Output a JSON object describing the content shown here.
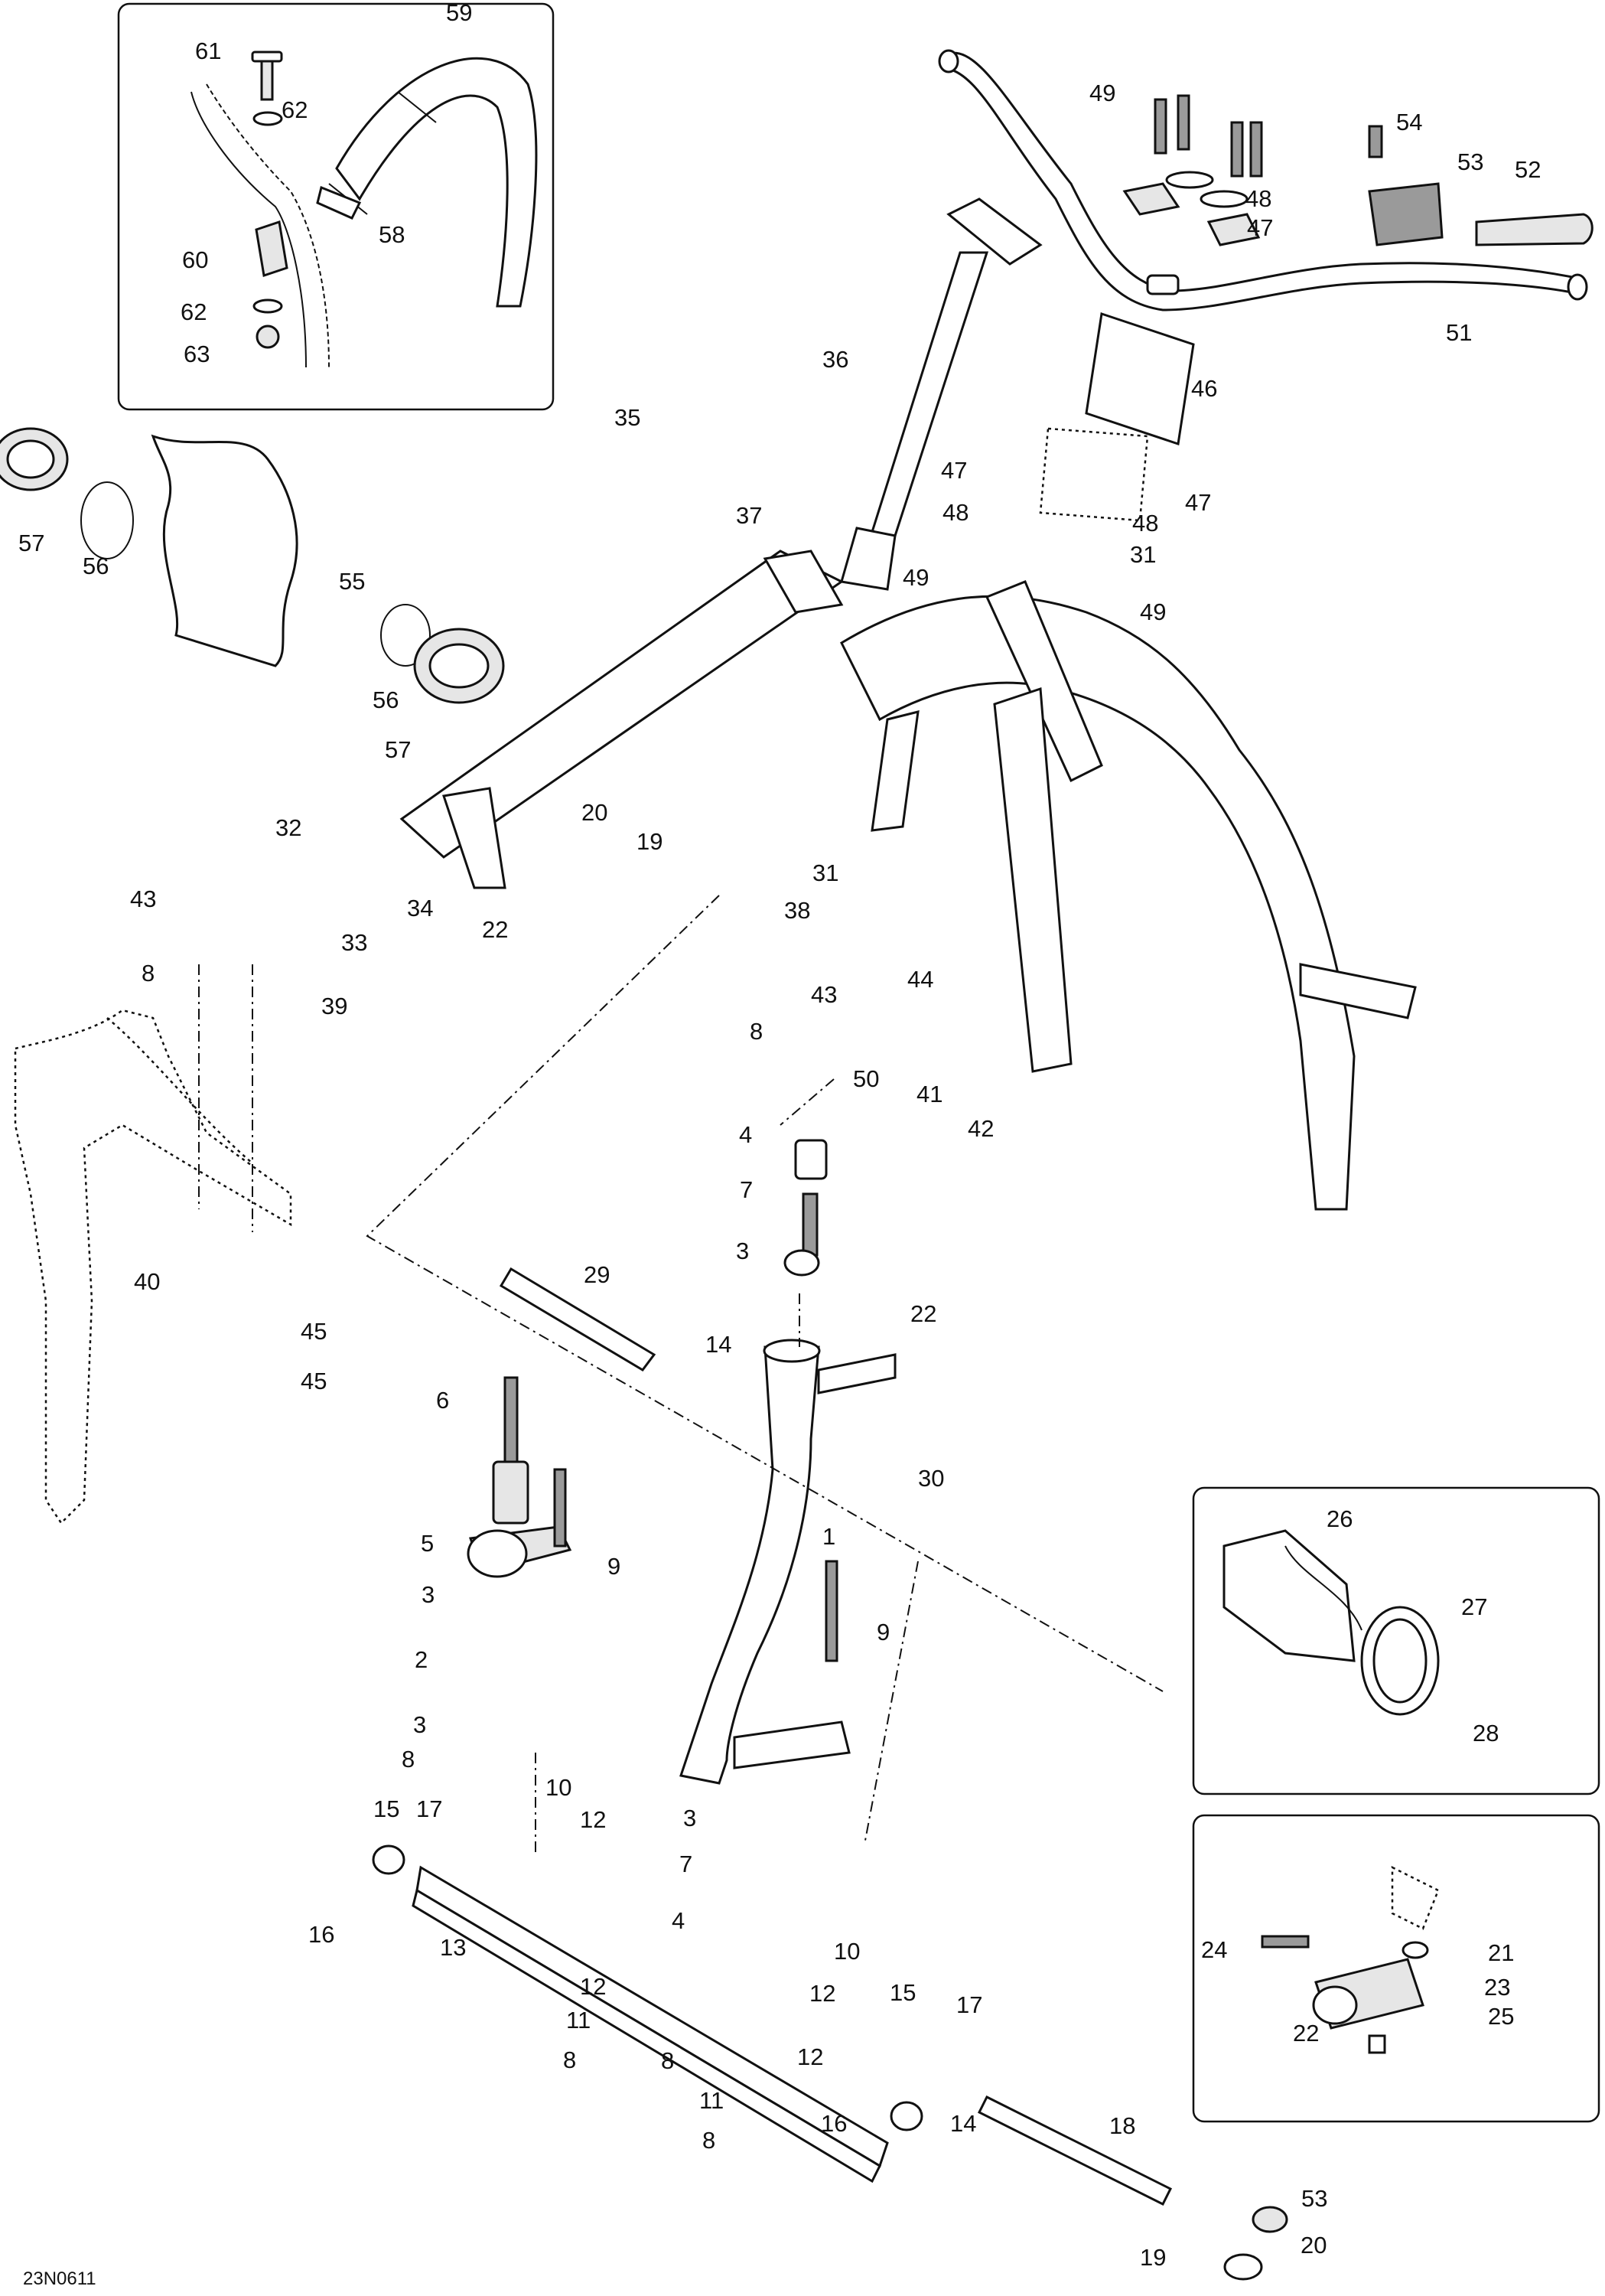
{
  "figure_ref": "23N0611",
  "callouts": [
    {
      "n": "61"
    },
    {
      "n": "59"
    },
    {
      "n": "62"
    },
    {
      "n": "58"
    },
    {
      "n": "60"
    },
    {
      "n": "62"
    },
    {
      "n": "63"
    },
    {
      "n": "49"
    },
    {
      "n": "54"
    },
    {
      "n": "53"
    },
    {
      "n": "52"
    },
    {
      "n": "48"
    },
    {
      "n": "47"
    },
    {
      "n": "51"
    },
    {
      "n": "36"
    },
    {
      "n": "46"
    },
    {
      "n": "35"
    },
    {
      "n": "57"
    },
    {
      "n": "56"
    },
    {
      "n": "55"
    },
    {
      "n": "47"
    },
    {
      "n": "47"
    },
    {
      "n": "48"
    },
    {
      "n": "48"
    },
    {
      "n": "37"
    },
    {
      "n": "31"
    },
    {
      "n": "49"
    },
    {
      "n": "49"
    },
    {
      "n": "56"
    },
    {
      "n": "57"
    },
    {
      "n": "20"
    },
    {
      "n": "32"
    },
    {
      "n": "19"
    },
    {
      "n": "43"
    },
    {
      "n": "33"
    },
    {
      "n": "34"
    },
    {
      "n": "22"
    },
    {
      "n": "8"
    },
    {
      "n": "39"
    },
    {
      "n": "31"
    },
    {
      "n": "38"
    },
    {
      "n": "44"
    },
    {
      "n": "43"
    },
    {
      "n": "8"
    },
    {
      "n": "50"
    },
    {
      "n": "41"
    },
    {
      "n": "4"
    },
    {
      "n": "42"
    },
    {
      "n": "7"
    },
    {
      "n": "3"
    },
    {
      "n": "40"
    },
    {
      "n": "29"
    },
    {
      "n": "45"
    },
    {
      "n": "45"
    },
    {
      "n": "22"
    },
    {
      "n": "14"
    },
    {
      "n": "6"
    },
    {
      "n": "30"
    },
    {
      "n": "1"
    },
    {
      "n": "5"
    },
    {
      "n": "9"
    },
    {
      "n": "3"
    },
    {
      "n": "9"
    },
    {
      "n": "2"
    },
    {
      "n": "26"
    },
    {
      "n": "27"
    },
    {
      "n": "3"
    },
    {
      "n": "8"
    },
    {
      "n": "28"
    },
    {
      "n": "10"
    },
    {
      "n": "15"
    },
    {
      "n": "17"
    },
    {
      "n": "12"
    },
    {
      "n": "3"
    },
    {
      "n": "16"
    },
    {
      "n": "7"
    },
    {
      "n": "13"
    },
    {
      "n": "4"
    },
    {
      "n": "10"
    },
    {
      "n": "12"
    },
    {
      "n": "24"
    },
    {
      "n": "21"
    },
    {
      "n": "12"
    },
    {
      "n": "23"
    },
    {
      "n": "22"
    },
    {
      "n": "25"
    },
    {
      "n": "11"
    },
    {
      "n": "15"
    },
    {
      "n": "17"
    },
    {
      "n": "8"
    },
    {
      "n": "8"
    },
    {
      "n": "12"
    },
    {
      "n": "11"
    },
    {
      "n": "16"
    },
    {
      "n": "14"
    },
    {
      "n": "8"
    },
    {
      "n": "18"
    },
    {
      "n": "53"
    },
    {
      "n": "19"
    },
    {
      "n": "20"
    }
  ]
}
